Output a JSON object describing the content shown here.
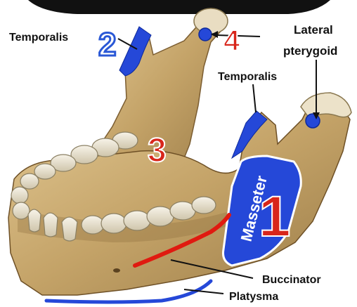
{
  "labels": {
    "temporalis_left": "Temporalis",
    "temporalis_right": "Temporalis",
    "lateral_pterygoid_line1": "Lateral",
    "lateral_pterygoid_line2": "pterygoid",
    "buccinator": "Buccinator",
    "platysma": "Platysma",
    "masseter": "Masseter"
  },
  "numbers": {
    "n1": "1",
    "n2": "2",
    "n3": "3",
    "n4": "4"
  },
  "colors": {
    "bone": "#c8a86e",
    "bone_shadow": "#8d6f3f",
    "bone_light": "#e6cf9c",
    "tooth": "#e9e2cf",
    "muscle_blue": "#2548d8",
    "buccinator_red": "#e01a10",
    "number_red": "#d8261b",
    "number_blue": "#2a58d6"
  }
}
